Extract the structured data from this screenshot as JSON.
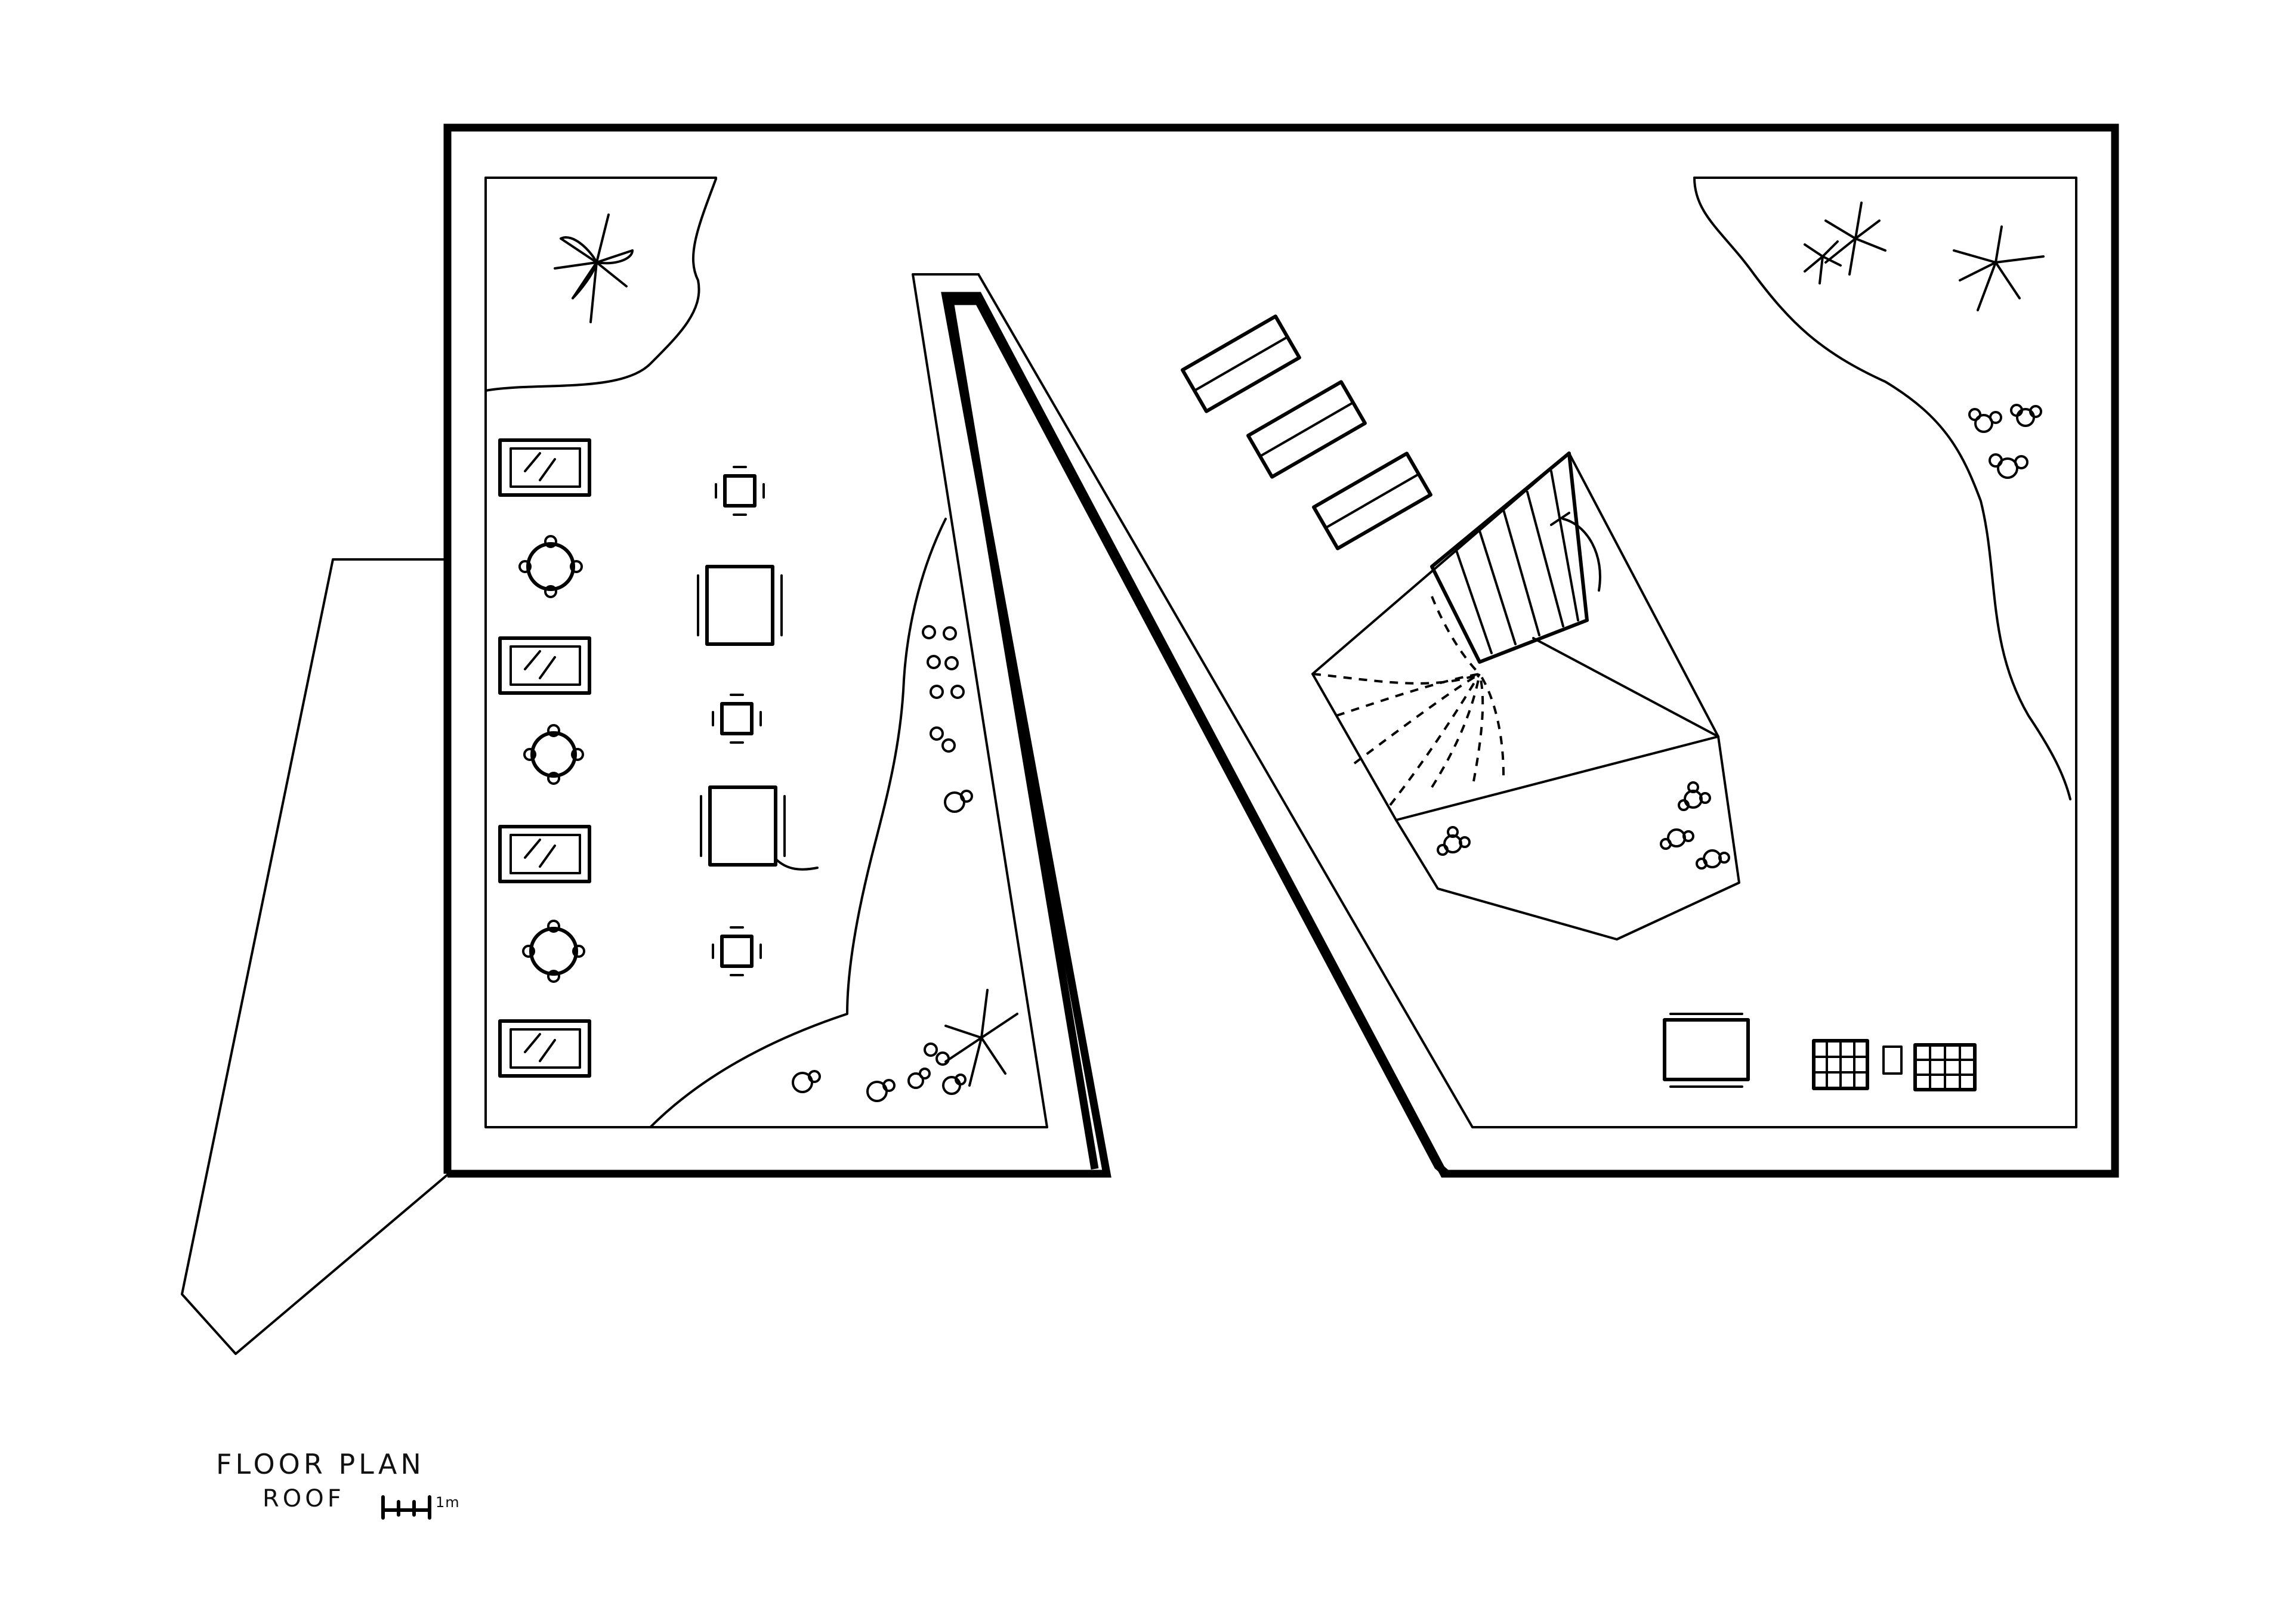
{
  "drawing": {
    "title": "FLOOR PLAN",
    "subtitle": "ROOF",
    "scale_label": "1m"
  },
  "legend_items": [
    "plant-icon",
    "flower-icon",
    "bench-icon",
    "round-table-icon",
    "square-table-icon",
    "staircase",
    "solar-panel-icon"
  ]
}
